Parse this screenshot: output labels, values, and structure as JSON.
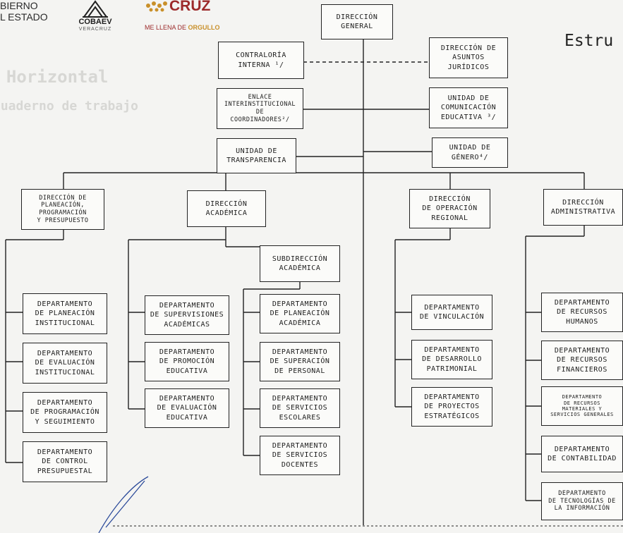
{
  "header": {
    "gov_line1": "BIERNO",
    "gov_line2": "L ESTADO",
    "cobaev_label": "COBAEV",
    "cobaev_sub": "VERACRUZ",
    "cruz_label": "CRUZ",
    "cruz_slogan_prefix": "ME LLENA DE ",
    "cruz_slogan_bold": "ORGULLO",
    "title_fragment": "Estru"
  },
  "ghost_text": {
    "line1": "o Horizontal",
    "line2": "Cuaderno de trabajo"
  },
  "nodes": {
    "direccion_general": "DIRECCIÓN\nGENERAL",
    "contraloria": "CONTRALORÍA\nINTERNA ¹/",
    "asuntos_juridicos": "DIRECCIÓN DE\nASUNTOS\nJURÍDICOS",
    "enlace": "ENLACE\nINTERINSTITUCIONAL\nDE\nCOORDINADORES²/",
    "comunicacion": "UNIDAD DE\nCOMUNICACIÓN\nEDUCATIVA ³/",
    "transparencia": "UNIDAD DE\nTRANSPARENCIA",
    "genero": "UNIDAD DE\nGÉNERO⁴/",
    "dir_planeacion": "DIRECCIÓN DE\nPLANEACIÓN,\nPROGRAMACIÓN\nY PRESUPUESTO",
    "dir_academica": "DIRECCIÓN\nACADÉMICA",
    "dir_operacion": "DIRECCIÓN\nDE OPERACIÓN\nREGIONAL",
    "dir_administrativa": "DIRECCIÓN\nADMINISTRATIVA",
    "subdir_academica": "SUBDIRECCIÓN\nACADÉMICA",
    "dep_planeacion_inst": "DEPARTAMENTO\nDE PLANEACIÓN\nINSTITUCIONAL",
    "dep_evaluacion_inst": "DEPARTAMENTO\nDE EVALUACIÓN\nINSTITUCIONAL",
    "dep_programacion": "DEPARTAMENTO\nDE PROGRAMACIÓN\nY SEGUIMIENTO",
    "dep_control": "DEPARTAMENTO\nDE CONTROL\nPRESUPUESTAL",
    "dep_supervisiones": "DEPARTAMENTO\nDE SUPERVISIONES\nACADÉMICAS",
    "dep_promocion": "DEPARTAMENTO\nDE PROMOCIÓN\nEDUCATIVA",
    "dep_evaluacion_edu": "DEPARTAMENTO\nDE EVALUACIÓN\nEDUCATIVA",
    "dep_planeacion_acad": "DEPARTAMENTO\nDE PLANEACIÓN\nACADÉMICA",
    "dep_superacion": "DEPARTAMENTO\nDE SUPERACIÓN\nDE PERSONAL",
    "dep_serv_escolares": "DEPARTAMENTO\nDE SERVICIOS\nESCOLARES",
    "dep_serv_docentes": "DEPARTAMENTO\nDE SERVICIOS\nDOCENTES",
    "dep_vinculacion": "DEPARTAMENTO\nDE VINCULACIÓN",
    "dep_desarrollo": "DEPARTAMENTO\nDE DESARROLLO\nPATRIMONIAL",
    "dep_proyectos": "DEPARTAMENTO\nDE PROYECTOS\nESTRATÉGICOS",
    "dep_rh": "DEPARTAMENTO\nDE RECURSOS\nHUMANOS",
    "dep_rf": "DEPARTAMENTO\nDE RECURSOS\nFINANCIEROS",
    "dep_rm": "DEPARTAMENTO\nDE RECURSOS\nMATERIALES Y\nSERVICIOS GENERALES",
    "dep_contabilidad": "DEPARTAMENTO\nDE CONTABILIDAD",
    "dep_tecnologias": "DEPARTAMENTO\nDE TECNOLOGÍAS DE\nLA INFORMACIÓN"
  },
  "colors": {
    "background": "#f4f4f2",
    "line": "#222222",
    "signature": "#2b4a9a",
    "cruz_gold": "#c9902a",
    "cruz_red": "#9c2a2a"
  }
}
